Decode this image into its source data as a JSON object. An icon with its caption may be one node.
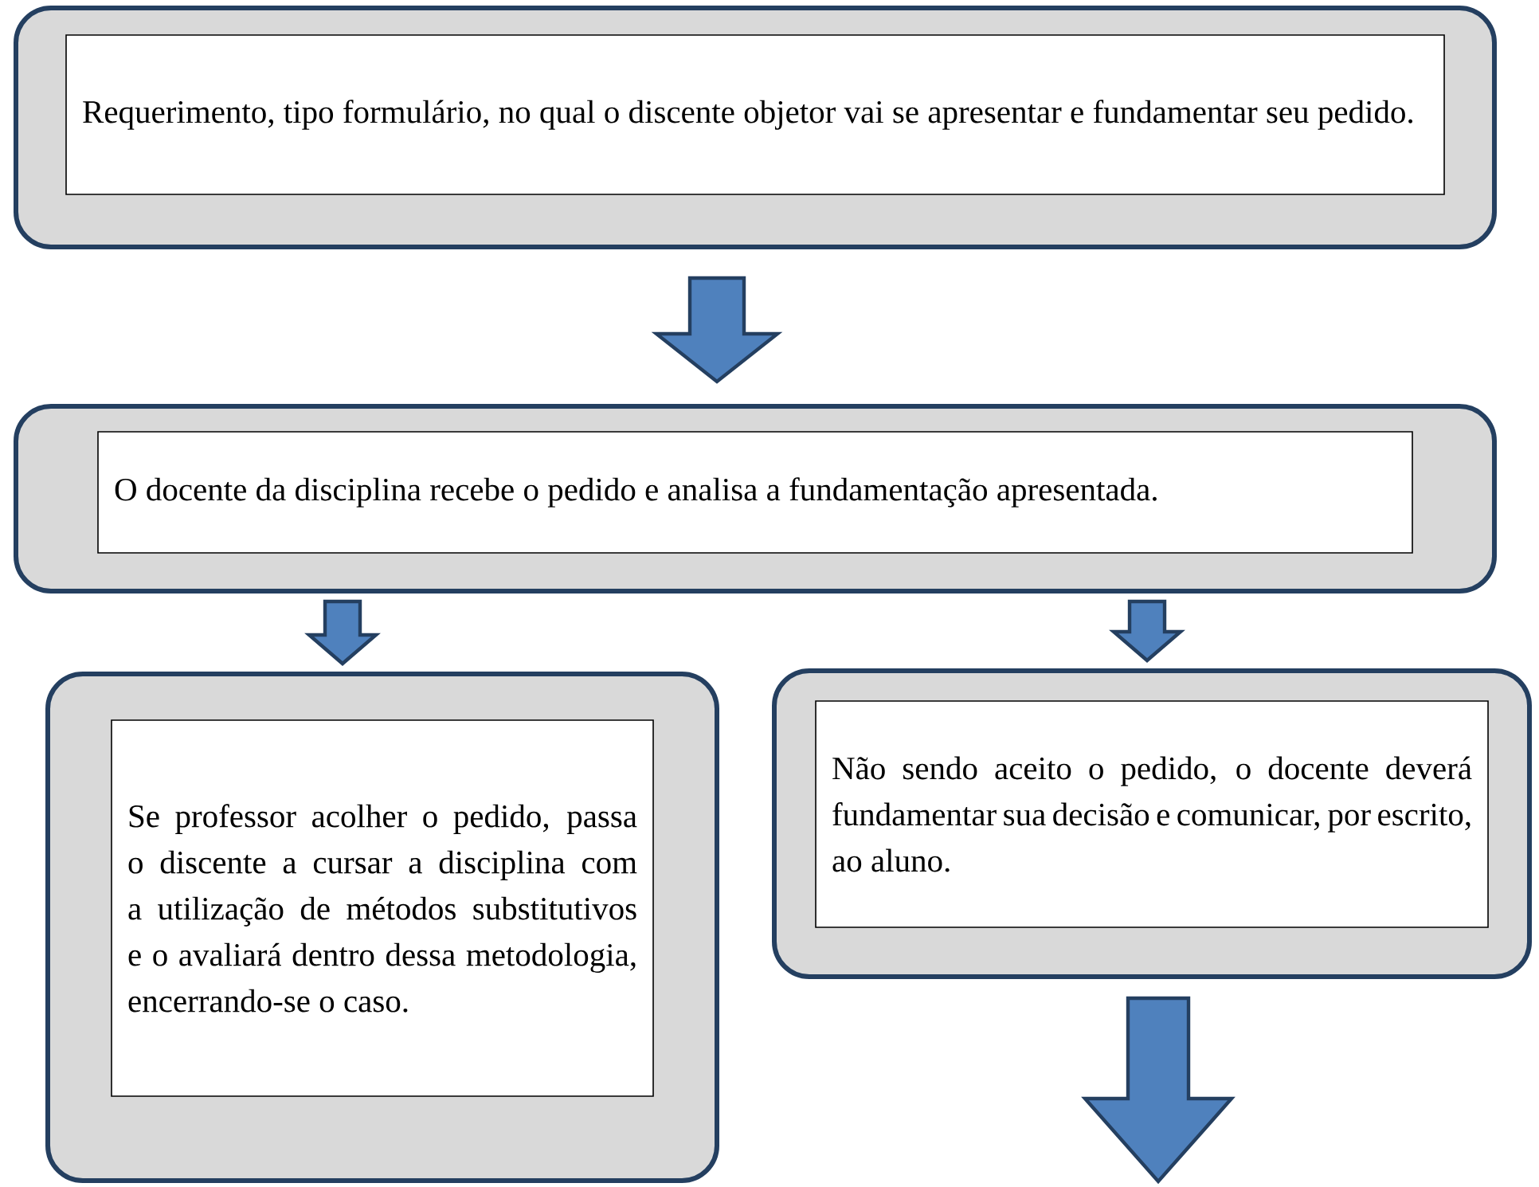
{
  "diagram": {
    "nodes": [
      {
        "text": [
          "Requerimento, tipo formulário, no qual o discente objetor vai se apresentar e fundamentar seu pedido."
        ]
      },
      {
        "text": [
          "O docente da disciplina recebe o pedido e analisa a fundamentação apresentada."
        ]
      },
      {
        "text": [
          "Se professor acolher o pedido, passa o discente a cursar a disciplina com a utilização de métodos substitutivos e o avaliará dentro dessa metodologia, encerrando-se o caso."
        ]
      },
      {
        "text": [
          "Não sendo aceito o pedido, o docente deverá fundamentar sua decisão e comunicar, por escrito, ao aluno."
        ]
      }
    ],
    "edges": [
      {
        "from": 0,
        "to": 1,
        "arrow": "to"
      },
      {
        "from": 1,
        "to": 2,
        "arrow": "to"
      },
      {
        "from": 1,
        "to": 3,
        "arrow": "to"
      },
      {
        "from": 3,
        "to": null,
        "arrow": "to"
      }
    ]
  }
}
